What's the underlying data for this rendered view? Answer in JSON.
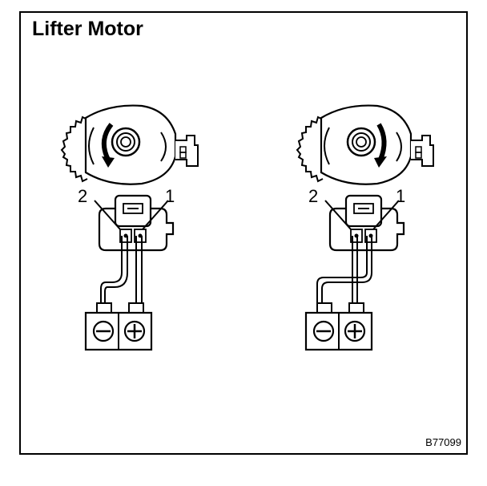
{
  "title": "Lifter Motor",
  "figure_code": "B77099",
  "diagrams": [
    {
      "id": "left",
      "rotation": "counterclockwise",
      "pin_left": "2",
      "pin_right": "1",
      "battery_left": "minus",
      "battery_right": "plus"
    },
    {
      "id": "right",
      "rotation": "clockwise",
      "pin_left": "2",
      "pin_right": "1",
      "battery_left": "minus",
      "battery_right": "plus"
    }
  ],
  "colors": {
    "line": "#000000",
    "background": "#ffffff"
  }
}
